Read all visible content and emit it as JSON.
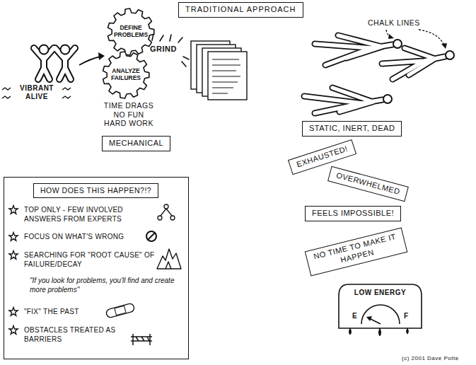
{
  "diagram": {
    "title": "TRADITIONAL APPROACH",
    "nodes": [
      {
        "text": [
          "DEFINE PROBLEMS"
        ]
      },
      {
        "text": [
          "ANALYZE FAILURES"
        ]
      },
      {
        "text": [
          "MECHANICAL"
        ]
      },
      {
        "text": [
          "STATIC, INERT, DEAD"
        ]
      },
      {
        "text": [
          "EXHAUSTED!"
        ]
      },
      {
        "text": [
          "OVERWHELMED"
        ]
      },
      {
        "text": [
          "FEELS IMPOSSIBLE!"
        ]
      },
      {
        "text": [
          "NO TIME TO MAKE IT HAPPEN"
        ]
      },
      {
        "text": [
          "LOW ENERGY",
          "E",
          "F"
        ]
      },
      {
        "text": [
          "TOP ONLY - FEW INVOLVED ANSWERS FROM EXPERTS",
          "FOCUS ON WHAT'S WRONG",
          "SEARCHING FOR \"ROOT CAUSE\" OF FAILURE/DECAY",
          "\"If you look for problems, you'll find and create more problems\"",
          "\"FIX\" THE PAST",
          "OBSTACLES TREATED AS BARRIERS"
        ]
      },
      {
        "text": [
          "HOW DOES THIS HAPPEN?!?"
        ],
        "in": 9
      }
    ],
    "labels": [
      "VIBRANT ALIVE",
      "GRIND",
      "TIME DRAGS NO FUN HARD WORK",
      "CHALK LINES",
      "(c) 2001 Dave Potte"
    ]
  }
}
